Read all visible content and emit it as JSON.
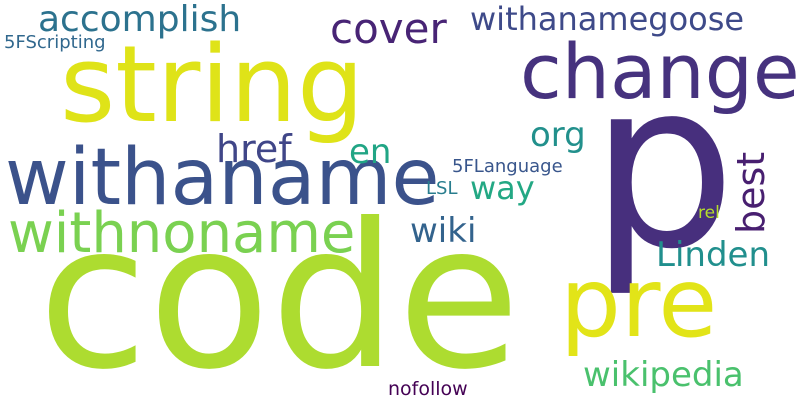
{
  "words": {
    "code": {
      "text": "code",
      "color": "#addc30"
    },
    "p": {
      "text": "p",
      "color": "#472f7d"
    },
    "string": {
      "text": "string",
      "color": "#dfe318"
    },
    "withaname": {
      "text": "withaname",
      "color": "#3b528b"
    },
    "change": {
      "text": "change",
      "color": "#46327e"
    },
    "pre": {
      "text": "pre",
      "color": "#e2e418"
    },
    "withnoname": {
      "text": "withnoname",
      "color": "#7ad151"
    },
    "accomplish": {
      "text": "accomplish",
      "color": "#2c728e"
    },
    "cover": {
      "text": "cover",
      "color": "#482475"
    },
    "withanamegoose": {
      "text": "withanamegoose",
      "color": "#3e4a89"
    },
    "5FScripting": {
      "text": "5FScripting",
      "color": "#31688e"
    },
    "org": {
      "text": "org",
      "color": "#22908c"
    },
    "href": {
      "text": "href",
      "color": "#404688"
    },
    "en": {
      "text": "en",
      "color": "#21a585"
    },
    "way": {
      "text": "way",
      "color": "#23a884"
    },
    "best": {
      "text": "best",
      "color": "#481f70"
    },
    "5FLanguage": {
      "text": "5FLanguage",
      "color": "#39568c"
    },
    "LSL": {
      "text": "LSL",
      "color": "#287d8e"
    },
    "wiki": {
      "text": "wiki",
      "color": "#33638d"
    },
    "Linden": {
      "text": "Linden",
      "color": "#218f8d"
    },
    "rel": {
      "text": "rel",
      "color": "#b5de2b"
    },
    "wikipedia": {
      "text": "wikipedia",
      "color": "#4ac16d"
    },
    "nofollow": {
      "text": "nofollow",
      "color": "#440154"
    }
  }
}
